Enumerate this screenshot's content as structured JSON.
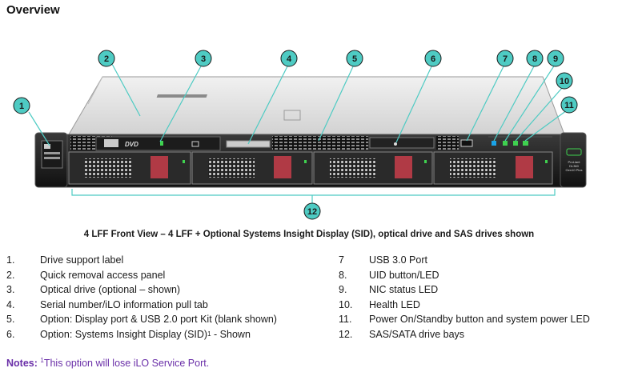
{
  "page_title": "Overview",
  "caption": "4 LFF Front View – 4 LFF + Optional Systems Insight Display (SID), optical drive and SAS drives shown",
  "callouts": [
    "1",
    "2",
    "3",
    "4",
    "5",
    "6",
    "7",
    "8",
    "9",
    "10",
    "11",
    "12"
  ],
  "server_labels": {
    "dvd_logo": "DVD",
    "model_line1": "ProLiant",
    "model_line2": "DL360",
    "model_line3": "Gen10 Plus"
  },
  "legend_left": [
    {
      "num": "1.",
      "text": "Drive support label"
    },
    {
      "num": "2.",
      "text": "Quick removal access panel"
    },
    {
      "num": "3.",
      "text": "Optical drive (optional – shown)"
    },
    {
      "num": "4.",
      "text": "Serial number/iLO information pull tab"
    },
    {
      "num": "5.",
      "text": "Option: Display port & USB 2.0 port Kit (blank shown)"
    },
    {
      "num": "6.",
      "text": "Option: Systems Insight Display (SID)",
      "sup": "1",
      "suffix": " - Shown"
    }
  ],
  "legend_right": [
    {
      "num": "7",
      "text": "USB 3.0 Port"
    },
    {
      "num": "8.",
      "text": "UID button/LED"
    },
    {
      "num": "9.",
      "text": "NIC status LED"
    },
    {
      "num": "10.",
      "text": "Health LED"
    },
    {
      "num": "11.",
      "text": "Power On/Standby button and system power LED"
    },
    {
      "num": "12.",
      "text": "SAS/SATA drive bays"
    }
  ],
  "notes": {
    "label": "Notes:",
    "sup": "1",
    "text": "This option will lose iLO Service Port."
  },
  "colors": {
    "callout_fill": "#4ecbc3",
    "callout_line": "#4ecbc3",
    "notes_text": "#6a2fa8",
    "drive_latch": "#b03a45",
    "led_green": "#3fd14f"
  }
}
